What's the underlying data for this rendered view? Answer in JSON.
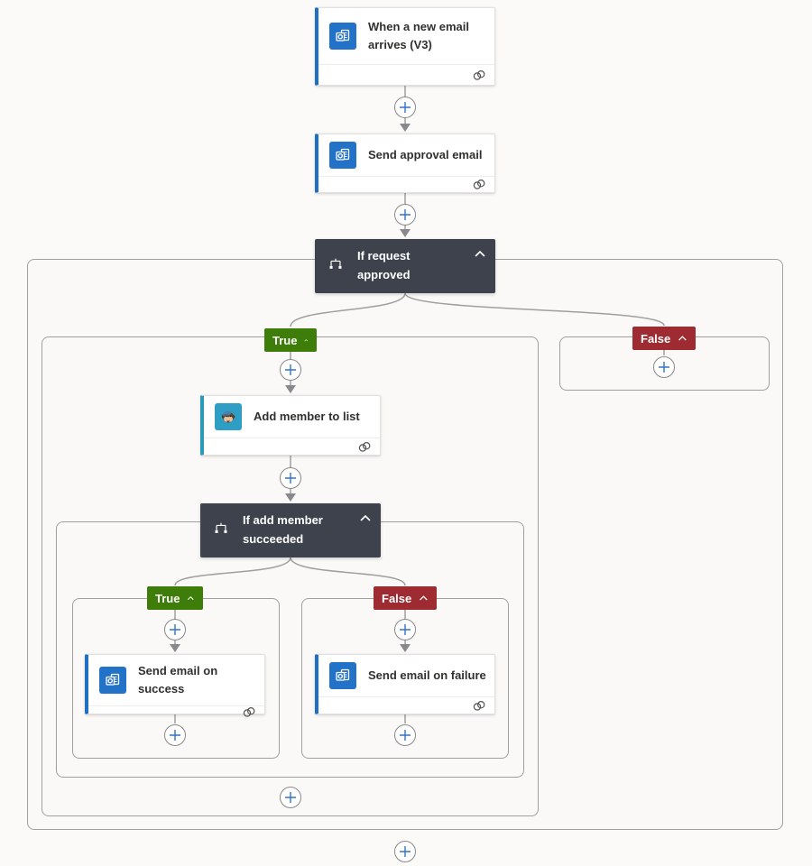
{
  "flow": {
    "trigger": {
      "title": "When a new email arrives (V3)",
      "connector": "Office 365 Outlook"
    },
    "actions": {
      "send_approval": {
        "title": "Send approval email",
        "connector": "Office 365 Outlook"
      },
      "add_member": {
        "title": "Add member to list",
        "connector": "Mailchimp"
      },
      "send_success": {
        "title": "Send email on success",
        "connector": "Office 365 Outlook"
      },
      "send_failure": {
        "title": "Send email on failure",
        "connector": "Office 365 Outlook"
      }
    },
    "conditions": {
      "request_approved": {
        "title": "If request approved"
      },
      "add_member_succeeded": {
        "title": "If add member succeeded"
      }
    },
    "branch_labels": {
      "true": "True",
      "false": "False"
    }
  },
  "colors": {
    "true_badge": "#3f7d0a",
    "false_badge": "#9e2b32",
    "condition_card": "#3d424c",
    "outlook_accent": "#1f70c4",
    "outlook_icon_bg": "#2272c8",
    "mailchimp_accent": "#2c9ab7",
    "mailchimp_icon_bg": "#2e9ec4",
    "plus_icon": "#3372c8",
    "connector_line": "#a19f9d",
    "card_bg": "#ffffff",
    "canvas_bg": "#faf9f8"
  }
}
